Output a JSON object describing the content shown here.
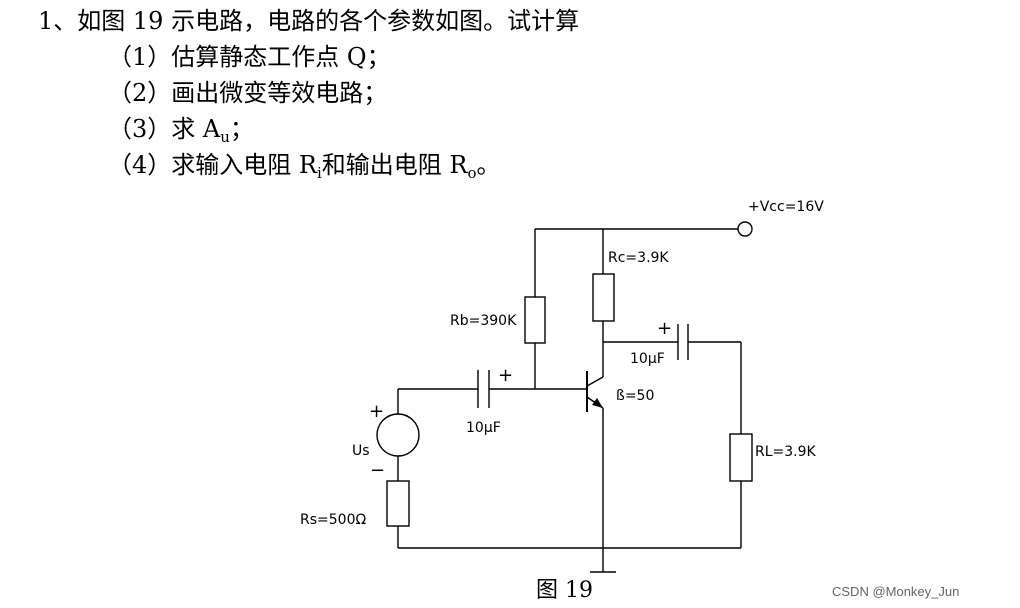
{
  "question": {
    "title": "1、如图 19 示电路，电路的各个参数如图。试计算",
    "items": [
      {
        "text": "（1）估算静态工作点 Q；"
      },
      {
        "text": "（2）画出微变等效电路；"
      },
      {
        "prefix": "（3）求 A",
        "sub": "u",
        "suffix": "；"
      },
      {
        "prefix": "（4）求输入电阻 R",
        "sub": "i",
        "mid": "和输出电阻 R",
        "sub2": "o",
        "suffix": "。"
      }
    ]
  },
  "circuit": {
    "vcc_label": "+Vcc=16V",
    "rc_label": "Rc=3.9K",
    "rb_label": "Rb=390K",
    "c_out_label": "10μF",
    "c_in_label": "10μF",
    "beta_label": "ß=50",
    "source_label": "Us",
    "rs_label": "Rs=500Ω",
    "rl_label": "RL=3.9K",
    "plus": "+",
    "minus": "−"
  },
  "figure_caption": "图 19",
  "watermark": "CSDN @Monkey_Jun"
}
